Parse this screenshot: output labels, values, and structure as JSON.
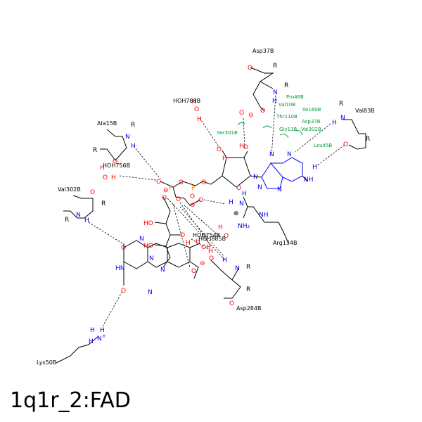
{
  "caption": "1q1r_2:FAD",
  "residues": {
    "asp37_top": "Asp37B",
    "hoh788": "HOH788B",
    "ala15": "Ala15B",
    "hoh756": "HOH756B",
    "val302_left": "Val302B",
    "val83": "Val83B",
    "pro46": "Pro46B",
    "val10": "Val10B",
    "ile160": "Ile160B",
    "thr110": "Thr110B",
    "ser301": "Ser301B",
    "asp37_green": "Asp37B",
    "gly11": "Gly11B",
    "val302_green": "Val302B",
    "leu45": "Leu45B",
    "arg134": "Arg134B",
    "hoh754": "HOH754B",
    "hoh885": "HOH885B",
    "asp284": "Asp284B",
    "lys50": "Lys50B"
  },
  "atoms": {
    "R": "R",
    "N": "N",
    "H": "H",
    "O": "O",
    "P": "P",
    "HO": "HO",
    "OH": "OH",
    "NH": "NH",
    "HN": "HN",
    "NH2": "NH₂",
    "minus": "⊖",
    "plus": "⊕",
    "Nplus": "N",
    "plus_sup": "+"
  }
}
